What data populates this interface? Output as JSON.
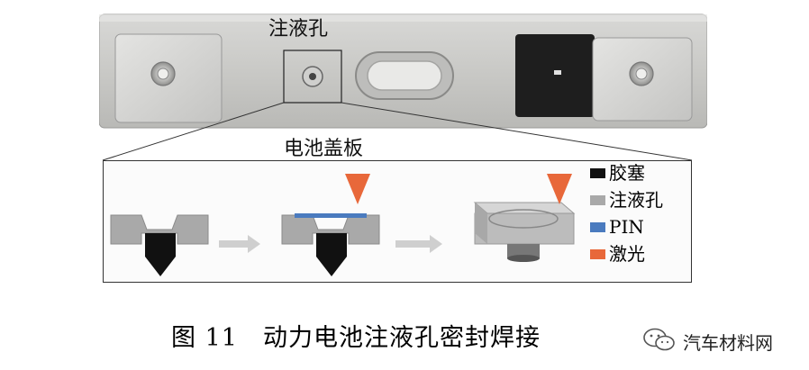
{
  "labels": {
    "fill_hole": "注液孔",
    "cover_plate": "电池盖板"
  },
  "legend": [
    {
      "label": "胶塞",
      "color": "#111111"
    },
    {
      "label": "注液孔",
      "color": "#a9a9a9"
    },
    {
      "label": "PIN",
      "color": "#4a7bbf"
    },
    {
      "label": "激光",
      "color": "#e8683a"
    }
  ],
  "caption": {
    "figure_number": "图 11",
    "title": "动力电池注液孔密封焊接"
  },
  "watermark": {
    "text": "汽车材料网"
  }
}
